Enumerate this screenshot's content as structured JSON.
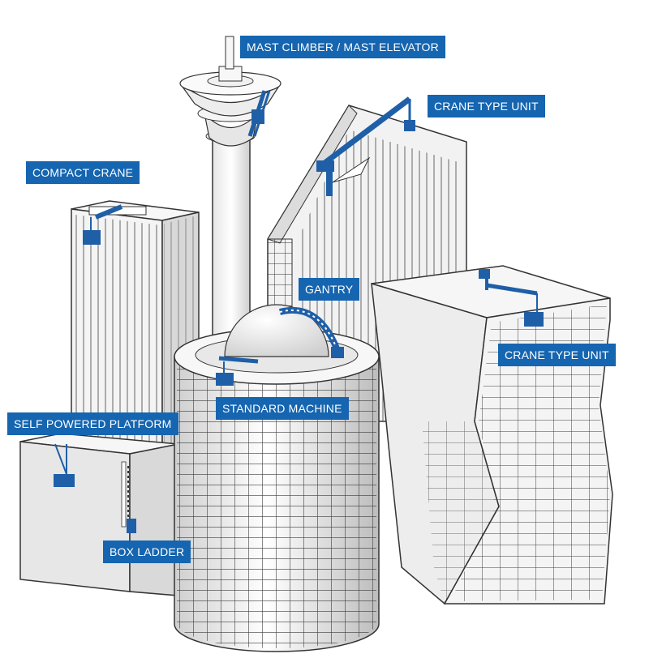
{
  "labels": {
    "mast_climber": "MAST CLIMBER / MAST ELEVATOR",
    "crane_type_unit_top": "CRANE TYPE UNIT",
    "compact_crane": "COMPACT CRANE",
    "gantry": "GANTRY",
    "crane_type_unit_right": "CRANE TYPE UNIT",
    "standard_machine": "STANDARD MACHINE",
    "self_powered_platform": "SELF POWERED PLATFORM",
    "box_ladder": "BOX LADDER"
  },
  "colors": {
    "label_bg": "#1565b0",
    "equipment": "#1f5fa8",
    "building_face": "#f2f2f2",
    "building_shade": "#d9d9d9",
    "grid_line": "#3a3a3a"
  }
}
